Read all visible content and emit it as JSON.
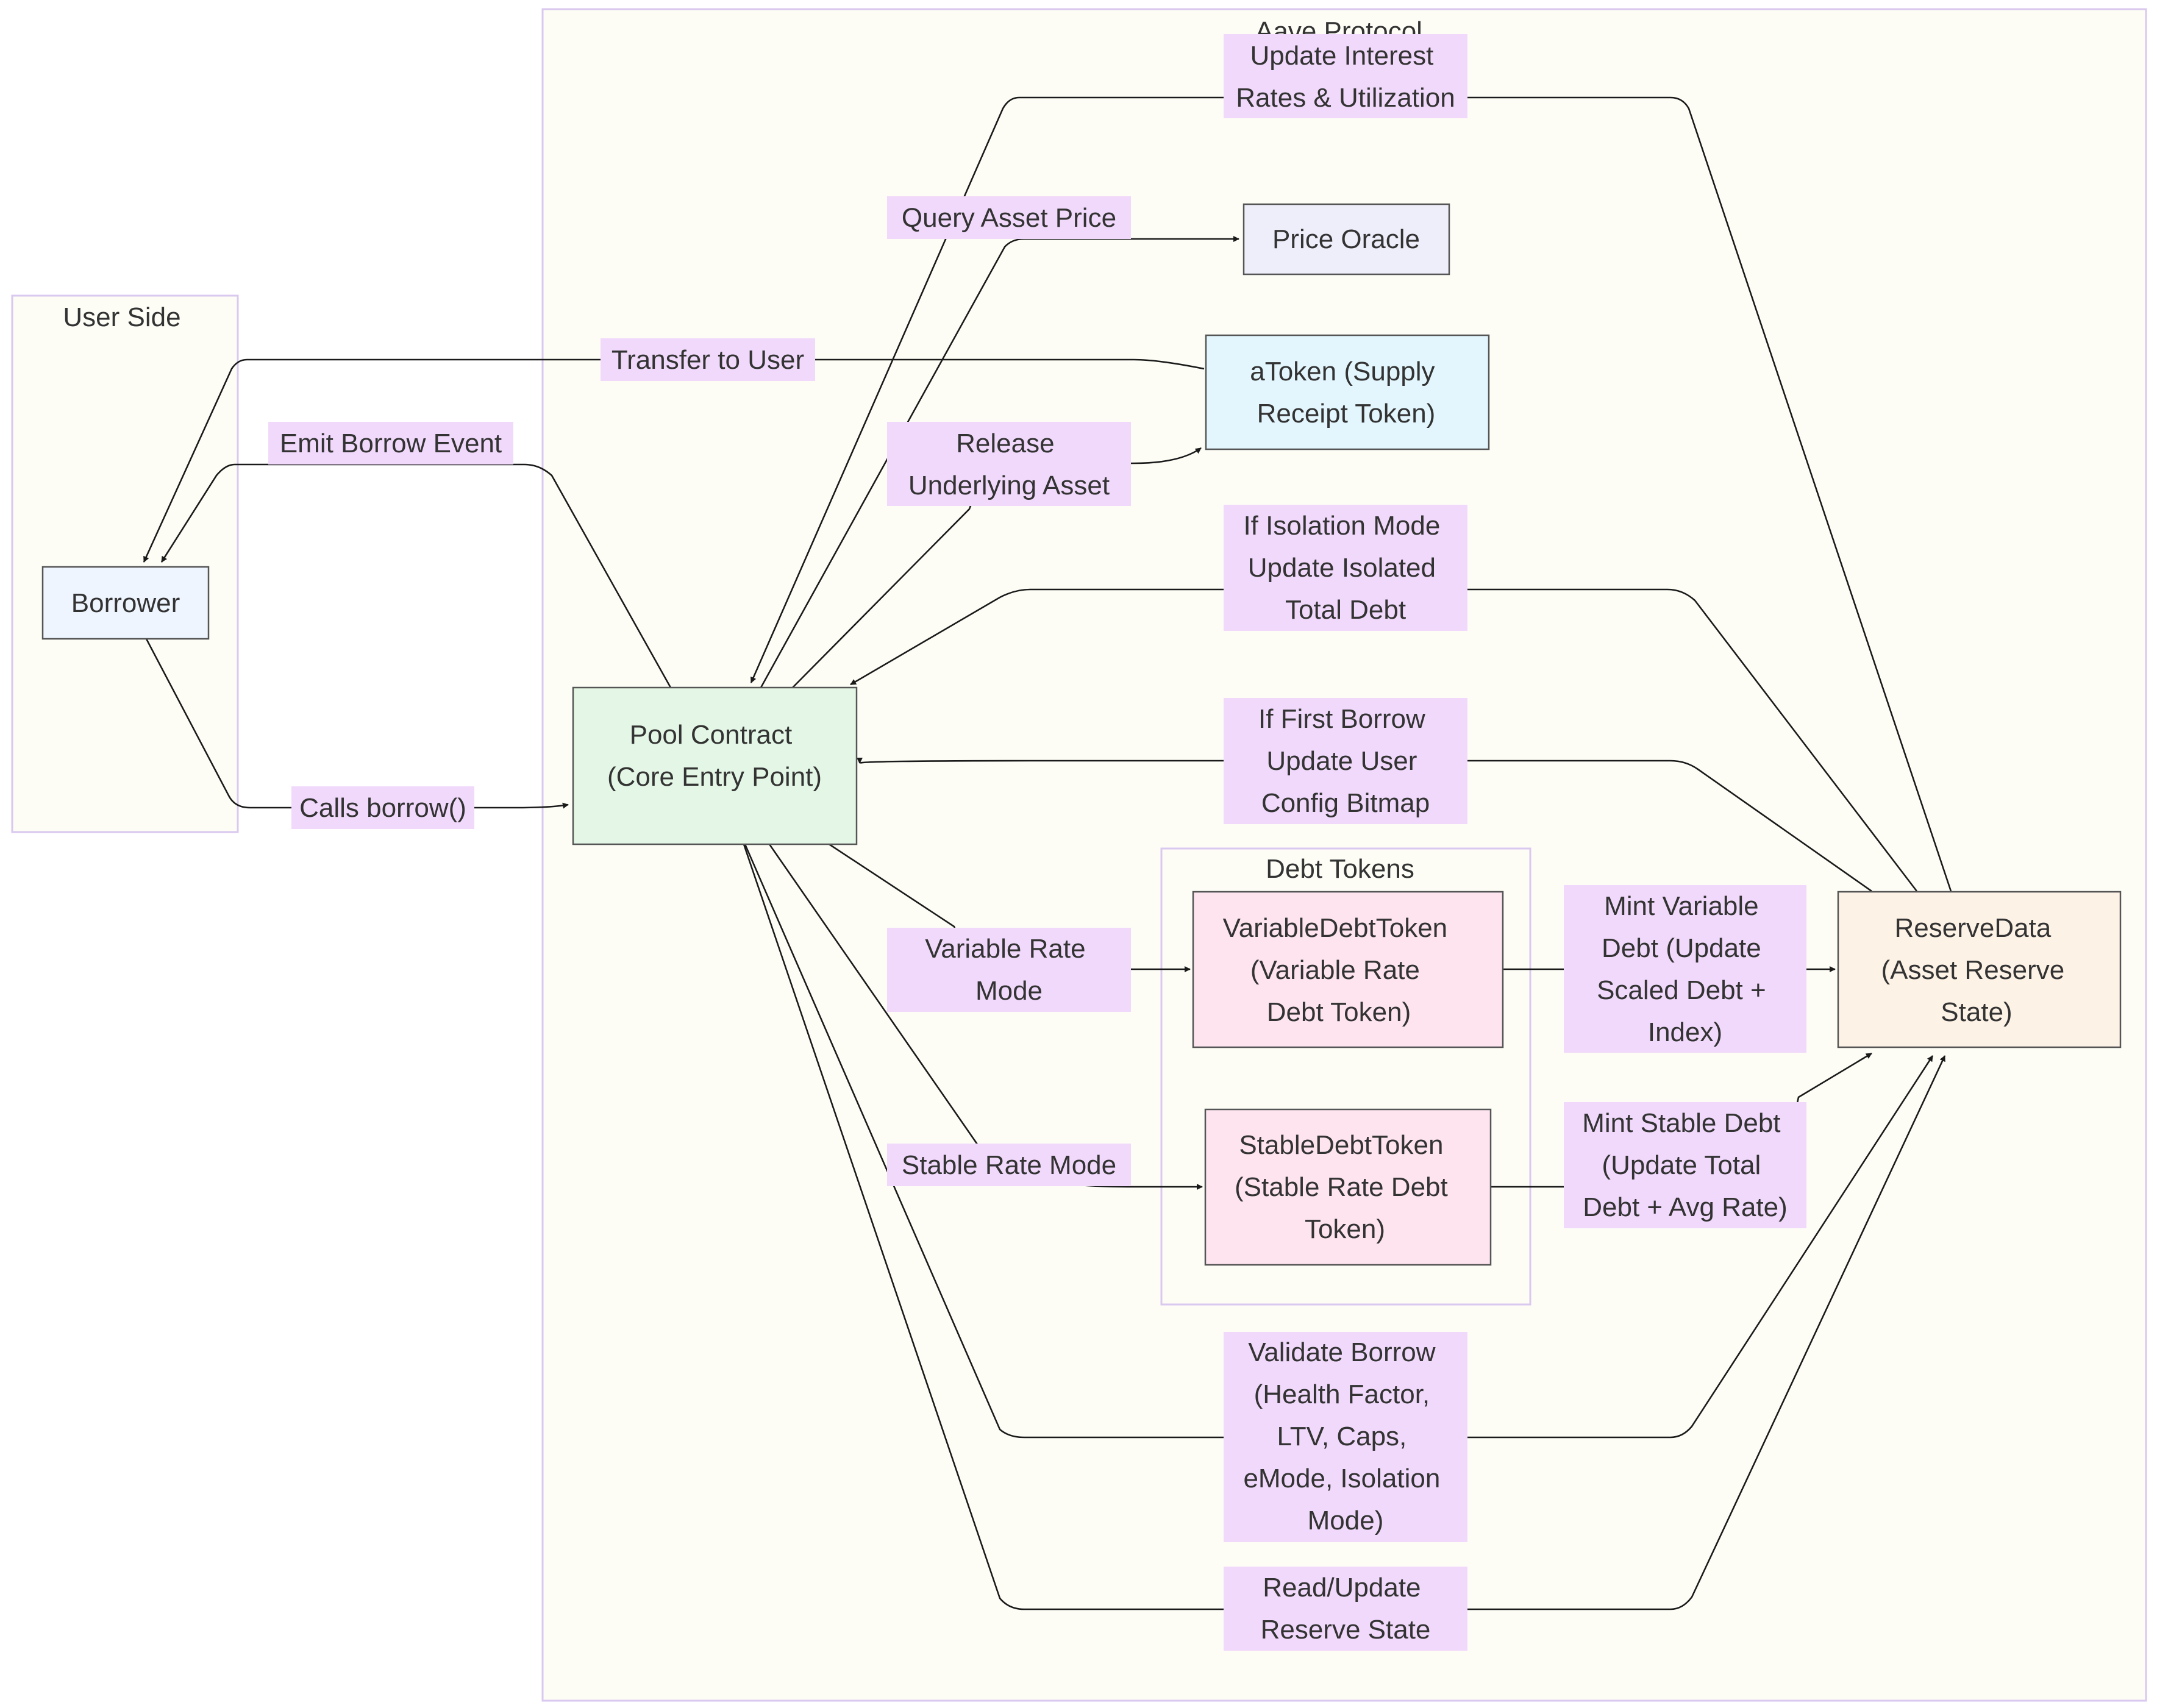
{
  "colors": {
    "cluster_fill": "#fdfdf6",
    "cluster_stroke": "#d9c8ef",
    "edge_label_bg": "#f1d9fb",
    "edge_stroke": "#1a1a1a",
    "node_stroke": "#555555"
  },
  "clusters": {
    "user_side": {
      "title": "User Side"
    },
    "aave_protocol": {
      "title": "Aave Protocol"
    },
    "debt_tokens": {
      "title": "Debt Tokens"
    }
  },
  "nodes": {
    "borrower": {
      "lines": [
        "Borrower"
      ],
      "fill": "#eef5ff"
    },
    "pool": {
      "lines": [
        "Pool Contract",
        "(Core Entry Point)"
      ],
      "fill": "#e4f7e6"
    },
    "price_oracle": {
      "lines": [
        "Price Oracle"
      ],
      "fill": "#eeeefb"
    },
    "atoken": {
      "lines": [
        "aToken (Supply",
        "Receipt Token)"
      ],
      "fill": "#e3f6fd"
    },
    "variable_debt": {
      "lines": [
        "VariableDebtToken",
        "(Variable Rate",
        "Debt Token)"
      ],
      "fill": "#fde4ef"
    },
    "stable_debt": {
      "lines": [
        "StableDebtToken",
        "(Stable Rate Debt",
        "Token)"
      ],
      "fill": "#fde4ef"
    },
    "reserve_data": {
      "lines": [
        "ReserveData",
        "(Asset Reserve",
        "State)"
      ],
      "fill": "#fdf2e6"
    }
  },
  "edges": {
    "calls_borrow": {
      "lines": [
        "Calls borrow()"
      ]
    },
    "emit_borrow": {
      "lines": [
        "Emit Borrow Event"
      ]
    },
    "transfer_user": {
      "lines": [
        "Transfer to User"
      ]
    },
    "update_rates": {
      "lines": [
        "Update Interest",
        "Rates & Utilization"
      ]
    },
    "query_price": {
      "lines": [
        "Query Asset Price"
      ]
    },
    "release_asset": {
      "lines": [
        "Release",
        "Underlying Asset"
      ]
    },
    "isolation": {
      "lines": [
        "If Isolation Mode",
        "Update Isolated",
        "Total Debt"
      ]
    },
    "first_borrow": {
      "lines": [
        "If First Borrow",
        "Update User",
        "Config Bitmap"
      ]
    },
    "variable_mode": {
      "lines": [
        "Variable Rate",
        "Mode"
      ]
    },
    "stable_mode": {
      "lines": [
        "Stable Rate Mode"
      ]
    },
    "mint_variable": {
      "lines": [
        "Mint Variable",
        "Debt (Update",
        "Scaled Debt +",
        "Index)"
      ]
    },
    "mint_stable": {
      "lines": [
        "Mint Stable Debt",
        "(Update Total",
        "Debt + Avg Rate)"
      ]
    },
    "validate": {
      "lines": [
        "Validate Borrow",
        "(Health Factor,",
        "LTV, Caps,",
        "eMode, Isolation",
        "Mode)"
      ]
    },
    "read_update": {
      "lines": [
        "Read/Update",
        "Reserve State"
      ]
    }
  }
}
